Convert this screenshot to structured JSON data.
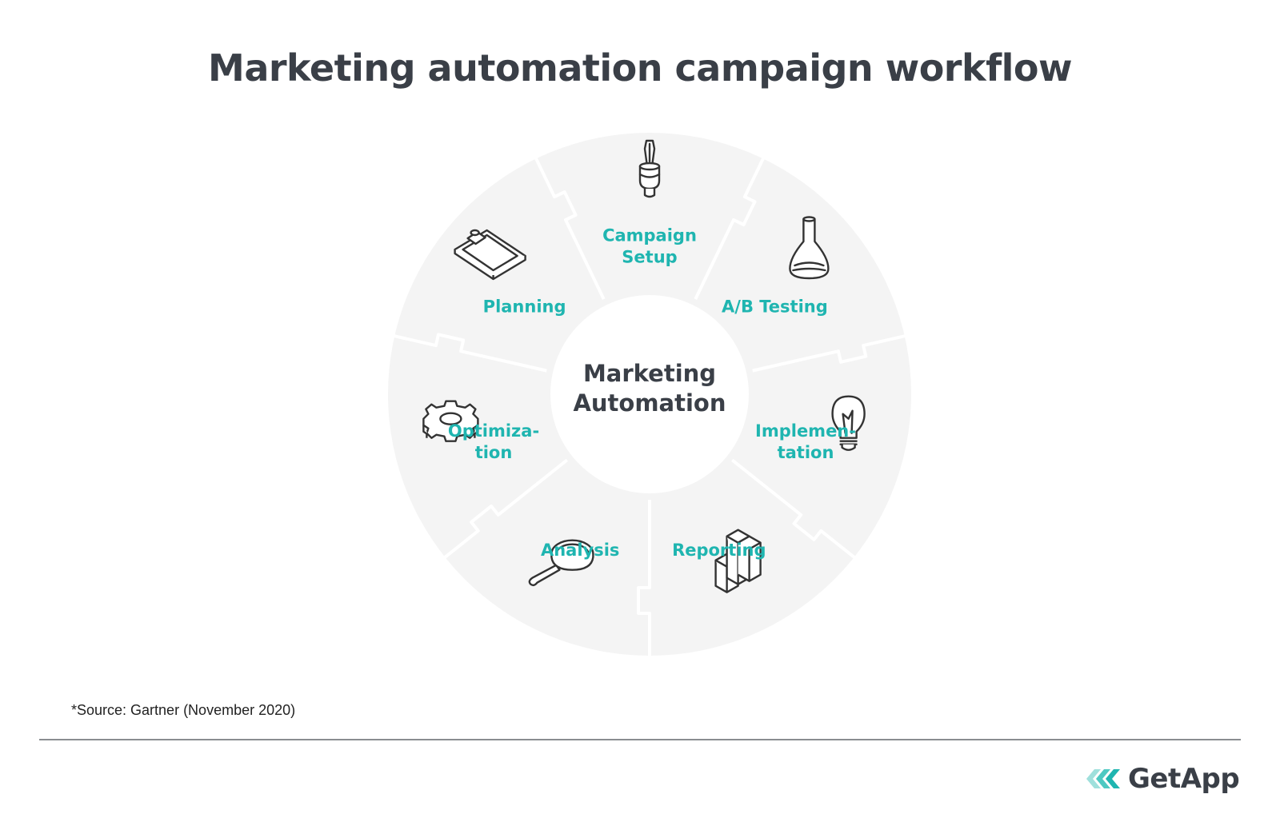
{
  "title": "Marketing automation campaign workflow",
  "center": {
    "line1": "Marketing",
    "line2": "Automation"
  },
  "segments": [
    {
      "icon": "screwdriver-icon",
      "lines": [
        "Campaign",
        "Setup"
      ]
    },
    {
      "icon": "flask-icon",
      "lines": [
        "A/B Testing"
      ]
    },
    {
      "icon": "lightbulb-icon",
      "lines": [
        "Implemen-",
        "tation"
      ]
    },
    {
      "icon": "bar-chart-icon",
      "lines": [
        "Reporting"
      ]
    },
    {
      "icon": "magnifier-icon",
      "lines": [
        "Analysis"
      ]
    },
    {
      "icon": "gear-icon",
      "lines": [
        "Optimiza-",
        "tion"
      ]
    },
    {
      "icon": "clipboard-icon",
      "lines": [
        "Planning"
      ]
    }
  ],
  "source": "*Source: Gartner (November 2020)",
  "brand": {
    "name": "GetApp",
    "icon": "getapp-logo-icon"
  },
  "colors": {
    "accent": "#1fb5b0",
    "text_dark": "#3a3f47",
    "ring": "#f4f4f4",
    "divider": "#8a8d91"
  }
}
